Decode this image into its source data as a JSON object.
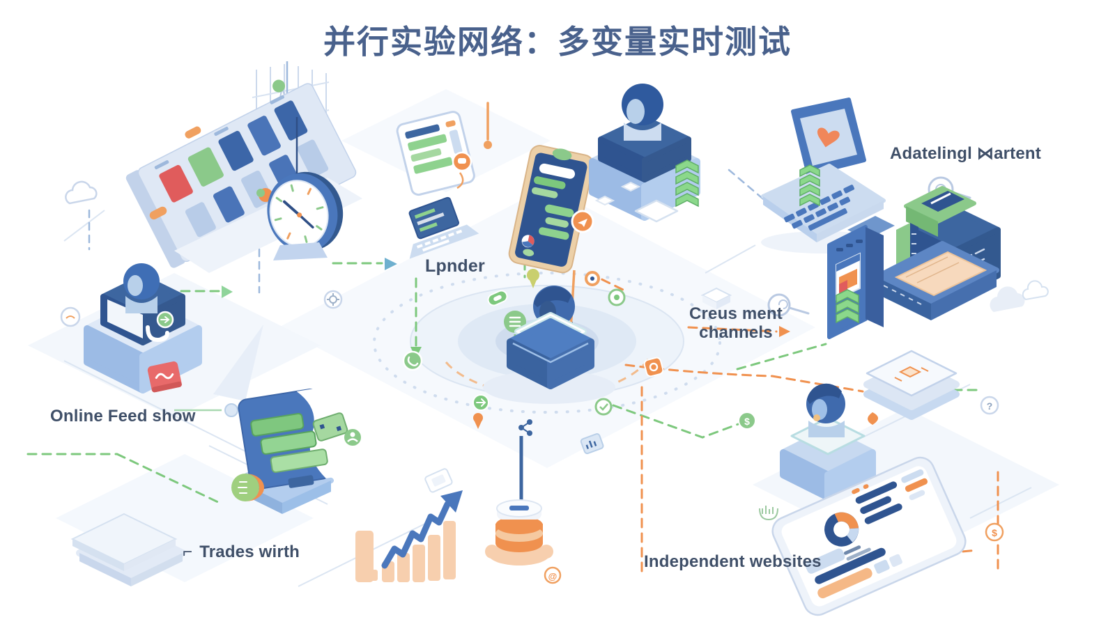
{
  "title": "并行实验网络：多变量实时测试",
  "labels": {
    "lender": "Lpnder",
    "online_feed": "Online Feed show",
    "trades_bracket": "⌐",
    "trades": "Trades wirth",
    "channels_line1": "Creus ment",
    "channels_line2": "channels",
    "independent": "Independent websites",
    "adaptive": "Adatelingl ⋈artent"
  },
  "badges": {
    "at": "@",
    "question": "?",
    "dollar": "$"
  },
  "colors": {
    "title_text": "#49618c",
    "label_text": "#3f4f68",
    "navy": "#2f5490",
    "blue": "#4a77bc",
    "sky_blue": "#9cbbe5",
    "pale_blue": "#ccdcf0",
    "green": "#7dc87d",
    "orange": "#f0914f",
    "peach": "#f7cfae",
    "red": "#e05c5c",
    "tan": "#e9c9a1",
    "teal": "#cfe9ec"
  }
}
